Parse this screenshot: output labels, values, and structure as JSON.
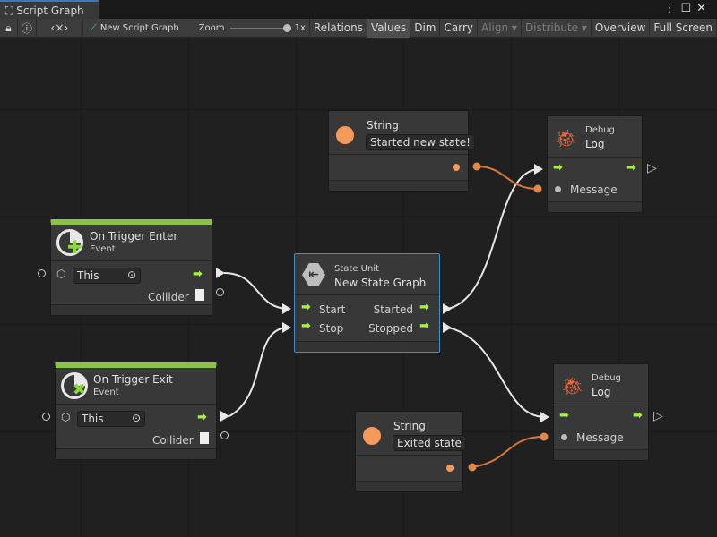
{
  "window": {
    "tab_title": "Script Graph",
    "tab_icon": "hierarchy-icon"
  },
  "toolbar": {
    "graph_name": "New Script Graph",
    "zoom_label": "Zoom",
    "zoom_value": "1x",
    "zoom_level": 1.0,
    "buttons": [
      "Relations",
      "Values",
      "Dim",
      "Carry",
      "Align",
      "Distribute",
      "Overview",
      "Full Screen"
    ],
    "active": "Values",
    "disabled": [
      "Align",
      "Distribute"
    ]
  },
  "nodes": {
    "string1": {
      "title": "String",
      "value": "Started new state!"
    },
    "log1": {
      "category": "Debug",
      "title": "Log",
      "port": "Message"
    },
    "enter": {
      "title": "On Trigger Enter",
      "category": "Event",
      "target": "This",
      "output": "Collider",
      "accent": "#8bc34a"
    },
    "state": {
      "category": "State Unit",
      "title": "New  State  Graph",
      "in": [
        "Start",
        "Stop"
      ],
      "out": [
        "Started",
        "Stopped"
      ]
    },
    "exit": {
      "title": "On Trigger Exit",
      "category": "Event",
      "target": "This",
      "output": "Collider",
      "accent": "#8bc34a"
    },
    "string2": {
      "title": "String",
      "value": "Exited state"
    },
    "log2": {
      "category": "Debug",
      "title": "Log",
      "port": "Message"
    }
  },
  "colors": {
    "flow": "#a6f040",
    "string": "#f59a5b",
    "selected": "#3d8ec9",
    "bug": "#f0653a"
  }
}
